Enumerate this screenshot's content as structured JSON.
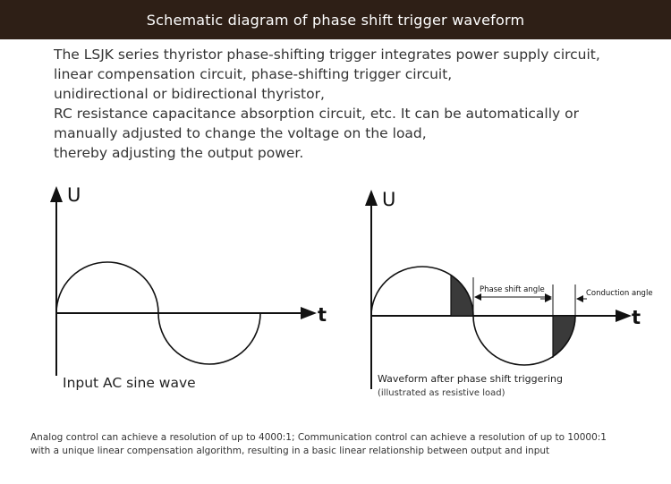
{
  "header": {
    "title": "Schematic diagram of phase shift trigger waveform"
  },
  "intro": {
    "lines": [
      "The LSJK series thyristor phase-shifting trigger integrates power supply circuit,",
      "linear compensation circuit, phase-shifting trigger circuit,",
      "unidirectional or bidirectional thyristor,",
      "RC resistance capacitance absorption circuit, etc. It can be automatically or",
      "manually adjusted to change the voltage on the load,",
      "thereby adjusting the output power."
    ]
  },
  "diagram_left": {
    "y_axis_label": "U",
    "x_axis_label": "t",
    "caption": "Input AC sine wave"
  },
  "diagram_right": {
    "y_axis_label": "U",
    "x_axis_label": "t",
    "phase_shift_label": "Phase shift angle",
    "conduction_label": "Conduction angle",
    "caption_line1": "Waveform after phase shift triggering",
    "caption_line2": "(illustrated as resistive load)"
  },
  "footer": {
    "line1": "Analog control can achieve a resolution of up to 4000:1; Communication control can achieve a resolution of up to 10000:1",
    "line2": "with a unique linear compensation algorithm, resulting in a basic linear relationship between output and input"
  }
}
